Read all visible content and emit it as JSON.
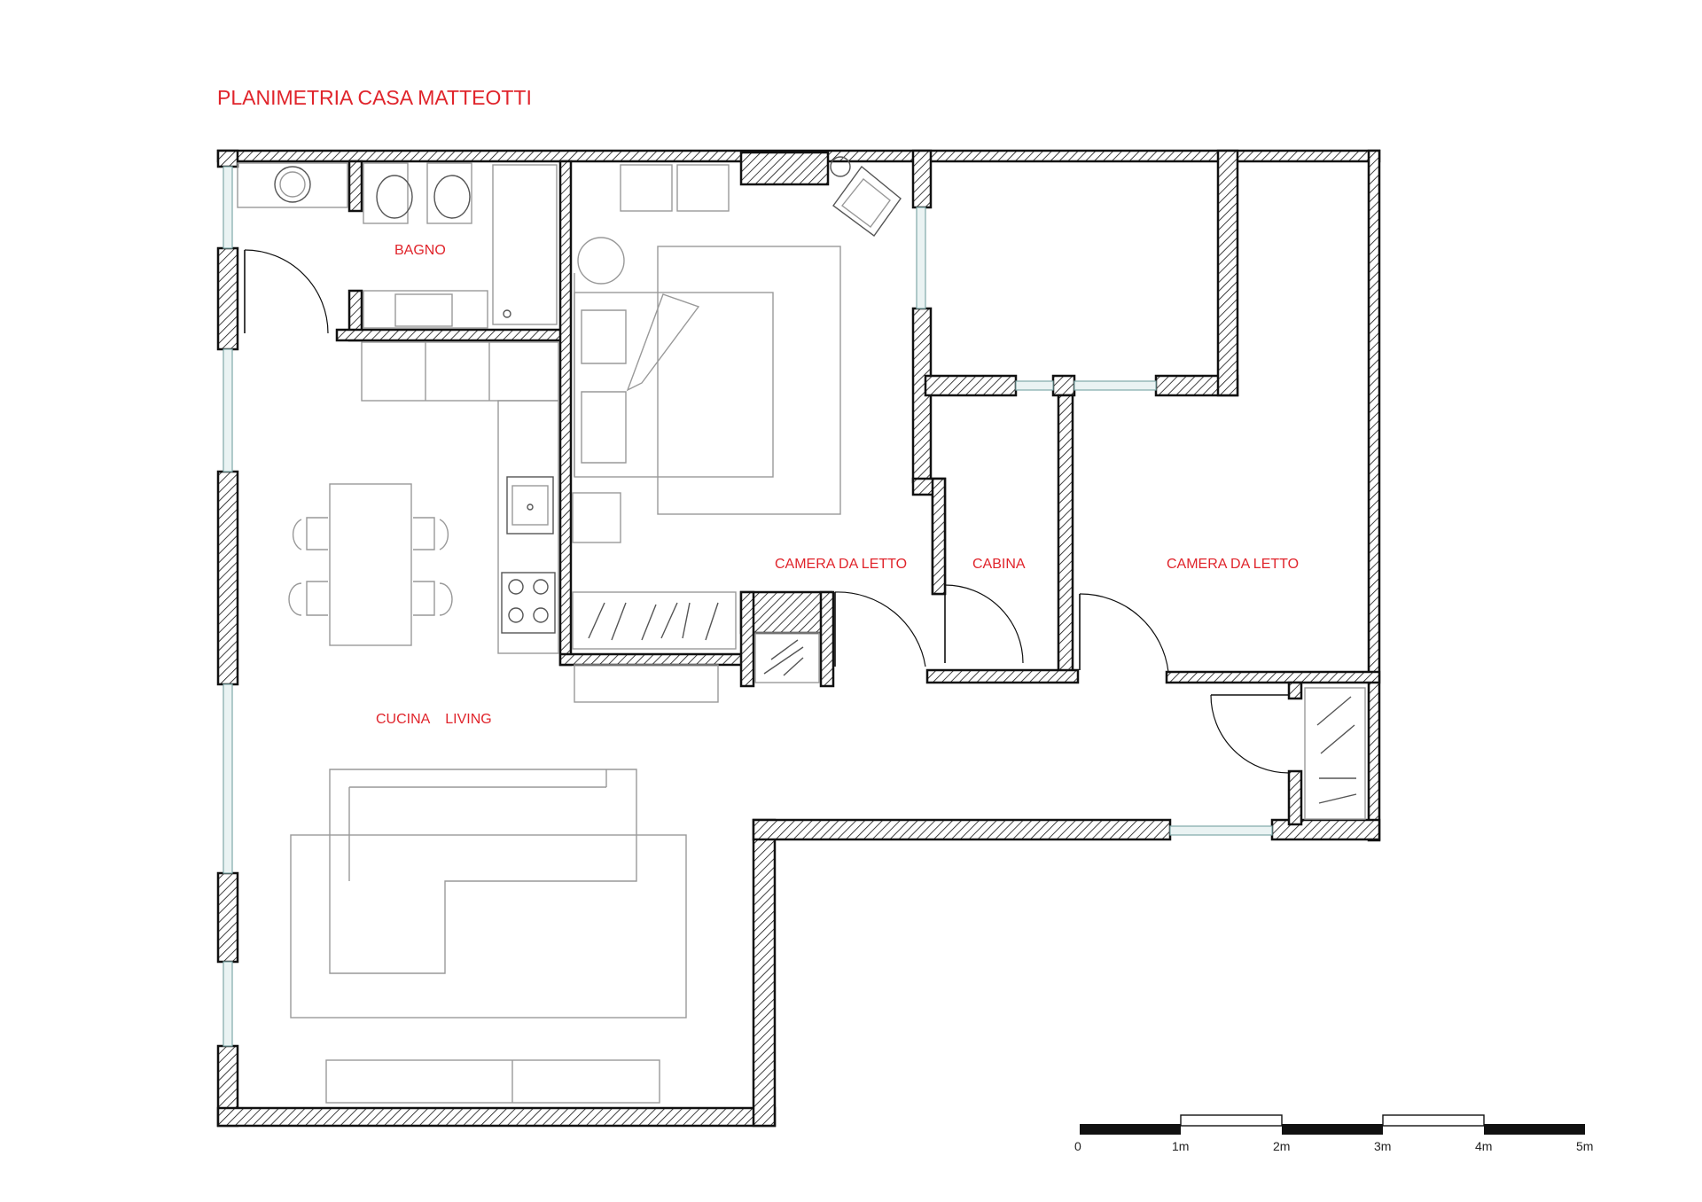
{
  "title": "PLANIMETRIA CASA MATTEOTTI",
  "rooms": {
    "bagno": "BAGNO",
    "camera1": "CAMERA DA LETTO",
    "cabina": "CABINA",
    "camera2": "CAMERA DA LETTO",
    "cucina": "CUCINA    LIVING"
  },
  "scale": {
    "labels": [
      "0",
      "1m",
      "2m",
      "3m",
      "4m",
      "5m"
    ]
  },
  "colors": {
    "label": "#e0242b",
    "wall": "#111111",
    "furniture": "#999999"
  }
}
